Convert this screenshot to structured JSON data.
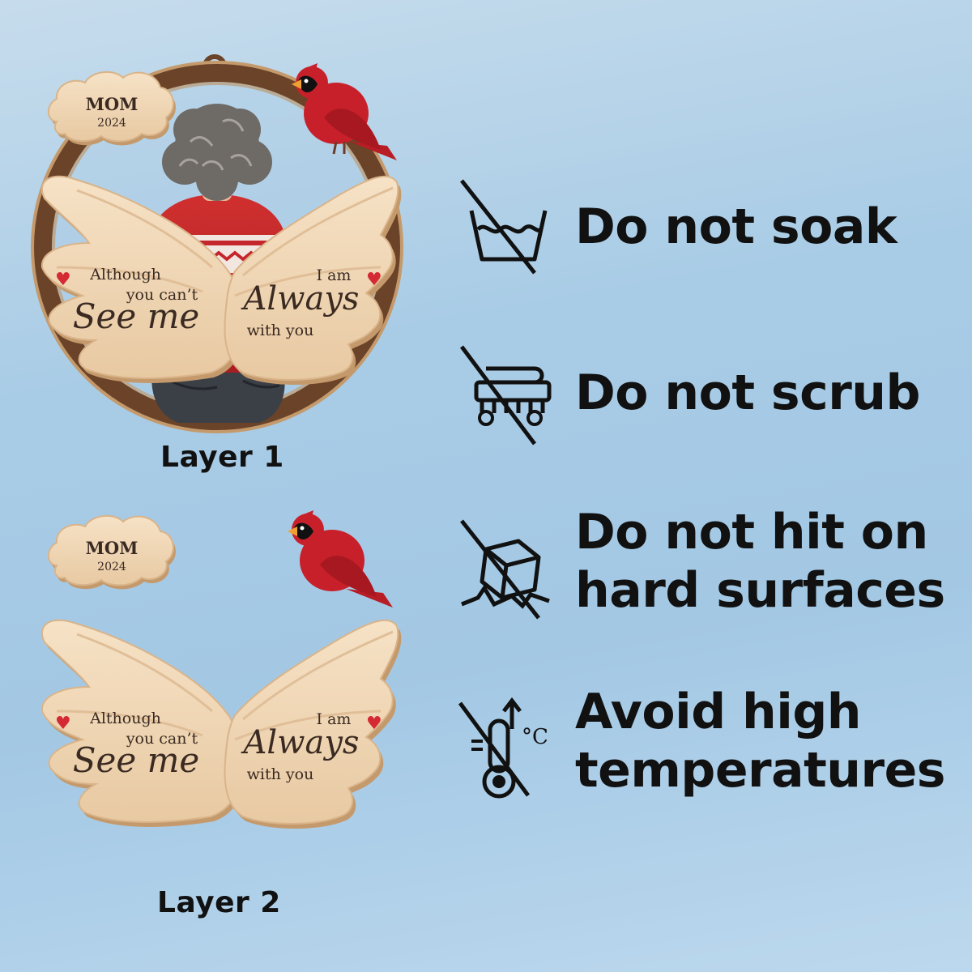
{
  "layers": [
    {
      "label": "Layer  1",
      "badge": {
        "title": "MOM",
        "year": "2024"
      },
      "left_wing": {
        "line1": "Although",
        "line2": "you can’t",
        "script": "See me"
      },
      "right_wing": {
        "line1": "I am",
        "script": "Always",
        "line2": "with you"
      }
    },
    {
      "label": "Layer  2",
      "badge": {
        "title": "MOM",
        "year": "2024"
      },
      "left_wing": {
        "line1": "Although",
        "line2": "you can’t",
        "script": "See me"
      },
      "right_wing": {
        "line1": "I am",
        "script": "Always",
        "line2": "with you"
      }
    }
  ],
  "care_instructions": [
    {
      "icon": "no-soak-icon",
      "line1": "Do not soak",
      "line2": ""
    },
    {
      "icon": "no-scrub-icon",
      "line1": "Do not scrub",
      "line2": ""
    },
    {
      "icon": "no-hit-icon",
      "line1": "Do not hit on",
      "line2": "hard surfaces"
    },
    {
      "icon": "no-heat-icon",
      "line1": "Avoid high",
      "line2": "temperatures"
    }
  ],
  "colors": {
    "wood": "#efd6b4",
    "wood_edge": "#b98a5a",
    "ring": "#6b4328",
    "cardinal": "#c8202a",
    "sweater": "#c4262b",
    "text_dark": "#3a2a22",
    "heart": "#d42a34"
  }
}
